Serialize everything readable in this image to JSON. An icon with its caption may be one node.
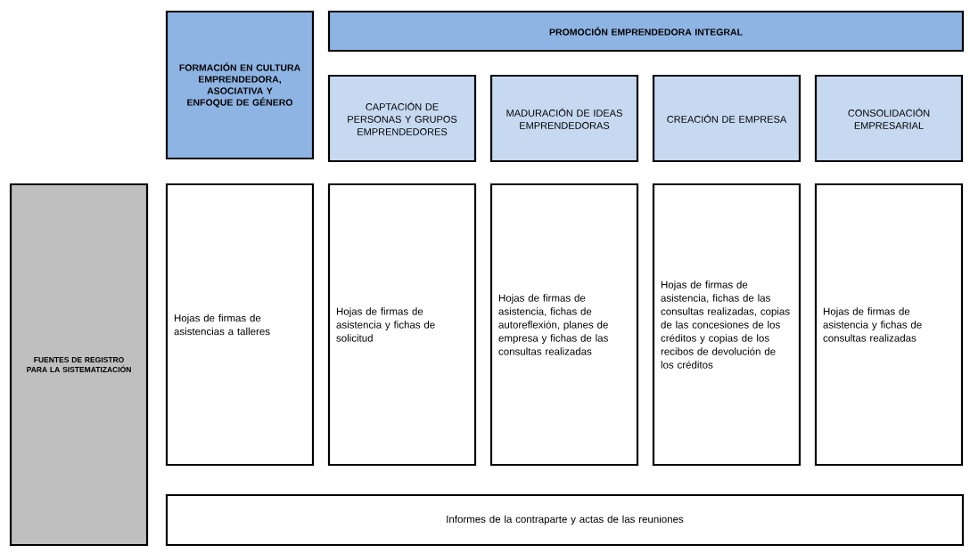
{
  "diagram": {
    "nodes": [
      {
        "text": [
          "FORMACIÓN EN CULTURA EMPRENDEDORA, ASOCIATIVA Y ENFOQUE DE GÉNERO"
        ]
      },
      {
        "text": [
          "PROMOCIÓN EMPRENDEDORA INTEGRAL"
        ]
      },
      {
        "text": [
          "CAPTACIÓN DE PERSONAS Y GRUPOS EMPRENDEDORES"
        ]
      },
      {
        "text": [
          "MADURACIÓN DE IDEAS EMPRENDEDORAS"
        ]
      },
      {
        "text": [
          "CREACIÓN DE EMPRESA"
        ]
      },
      {
        "text": [
          "CONSOLIDACIÓN EMPRESARIAL"
        ]
      },
      {
        "text": [
          "FUENTES DE REGISTRO PARA LA SISTEMATIZACIÓN"
        ]
      },
      {
        "text": [
          "Hojas de firmas de asistencias a talleres"
        ]
      },
      {
        "text": [
          "Hojas de firmas de asistencia y fichas de solicitud"
        ]
      },
      {
        "text": [
          "Hojas de firmas de asistencia, fichas de autoreflexión, planes de empresa y fichas de las consultas realizadas"
        ]
      },
      {
        "text": [
          "Hojas de firmas de asistencia, fichas de las consultas realizadas, copias de las concesiones de los créditos y copias de los recibos de devolución de los créditos"
        ]
      },
      {
        "text": [
          "Hojas de firmas de asistencia y fichas de consultas realizadas"
        ]
      },
      {
        "text": [
          "Informes de la contraparte y actas de las reuniones"
        ]
      }
    ]
  }
}
